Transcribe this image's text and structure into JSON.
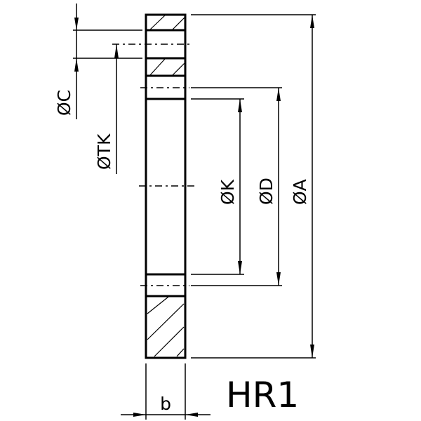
{
  "title": "HR1",
  "dimensions": {
    "c": "ØC",
    "tk": "ØTK",
    "k": "ØK",
    "d": "ØD",
    "a": "ØA",
    "b": "b"
  }
}
